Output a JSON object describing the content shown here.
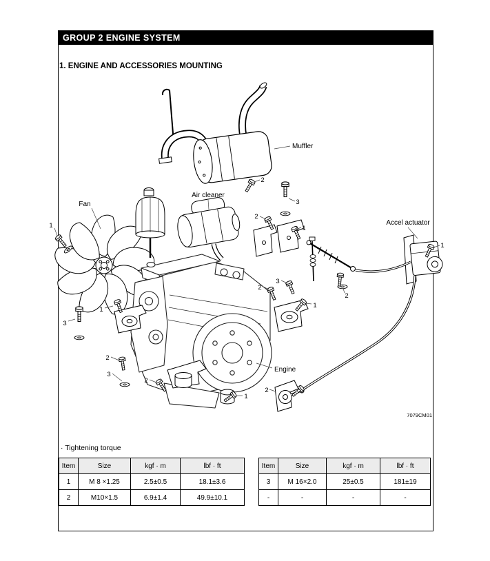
{
  "page": {
    "header": "GROUP 2  ENGINE SYSTEM",
    "section_title": "1. ENGINE AND ACCESSORIES MOUNTING",
    "figure_code": "7079CM01"
  },
  "colors": {
    "header_bar_bg": "#000000",
    "header_bar_text": "#ffffff",
    "table_header_bg": "#ececec"
  },
  "diagram": {
    "labels": {
      "muffler": "Muffler",
      "air_cleaner": "Air cleaner",
      "fan": "Fan",
      "accel_actuator": "Accel actuator",
      "engine": "Engine"
    },
    "callouts": [
      "1",
      "3",
      "1",
      "2",
      "3",
      "2",
      "1",
      "2",
      "2",
      "3",
      "1",
      "3",
      "2",
      "1",
      "2",
      "1",
      "2"
    ]
  },
  "torque": {
    "caption": "· Tightening torque",
    "tables": [
      {
        "headers": [
          "Item",
          "Size",
          "kgf · m",
          "lbf · ft"
        ],
        "rows": [
          [
            "1",
            "M 8 ×1.25",
            "2.5±0.5",
            "18.1±3.6"
          ],
          [
            "2",
            "M10×1.5",
            "6.9±1.4",
            "49.9±10.1"
          ]
        ]
      },
      {
        "headers": [
          "Item",
          "Size",
          "kgf · m",
          "lbf · ft"
        ],
        "rows": [
          [
            "3",
            "M 16×2.0",
            "25±0.5",
            "181±19"
          ],
          [
            "-",
            "-",
            "-",
            "-"
          ]
        ]
      }
    ]
  }
}
